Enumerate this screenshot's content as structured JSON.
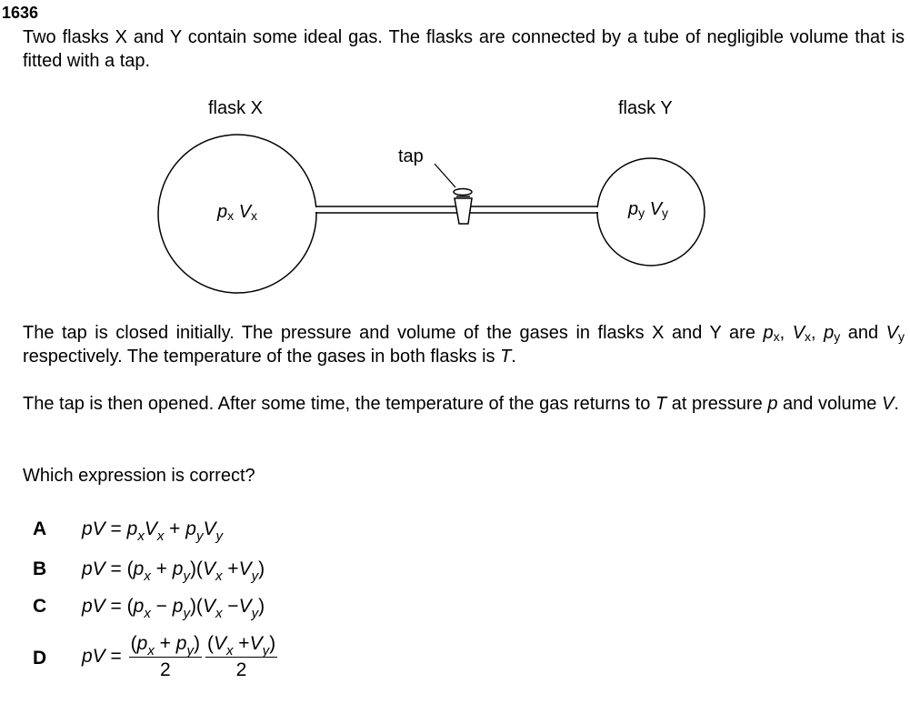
{
  "question_number": "1636",
  "intro": [
    {
      "t": "Two flasks X and Y contain some ideal gas. The flasks are connected by a tube of negligible volume that is fitted with a tap."
    }
  ],
  "diagram": {
    "flask_x_label": "flask X",
    "flask_y_label": "flask Y",
    "tap_label": "tap",
    "flask_x_content": [
      {
        "i": "p"
      },
      {
        "sub": "x"
      },
      {
        "t": " "
      },
      {
        "i": "V"
      },
      {
        "sub": "x"
      }
    ],
    "flask_y_content": [
      {
        "i": "p"
      },
      {
        "sub": "y"
      },
      {
        "t": " "
      },
      {
        "i": "V"
      },
      {
        "sub": "y"
      }
    ]
  },
  "paragraph2": [
    {
      "t": "The tap is closed initially. The pressure and volume of the gases in flasks X and Y are "
    },
    {
      "i": "p"
    },
    {
      "sub": "x"
    },
    {
      "t": ", "
    },
    {
      "i": "V"
    },
    {
      "sub": "x"
    },
    {
      "t": ", "
    },
    {
      "i": "p"
    },
    {
      "sub": "y"
    },
    {
      "t": " and "
    },
    {
      "i": "V"
    },
    {
      "sub": "y"
    },
    {
      "t": " respectively. The temperature of the gases in both flasks is "
    },
    {
      "i": "T"
    },
    {
      "t": "."
    }
  ],
  "paragraph3": [
    {
      "t": "The tap is then opened. After some time, the temperature of the gas returns to "
    },
    {
      "i": "T"
    },
    {
      "t": " at pressure "
    },
    {
      "i": "p"
    },
    {
      "t": " and volume "
    },
    {
      "i": "V"
    },
    {
      "t": "."
    }
  ],
  "question": [
    {
      "t": "Which expression is correct?"
    }
  ],
  "options": [
    {
      "letter": "A",
      "eq": [
        {
          "i": "pV"
        },
        {
          "o": " = "
        },
        {
          "i": "p"
        },
        {
          "sub": "x"
        },
        {
          "i": "V"
        },
        {
          "sub": "x"
        },
        {
          "o": " + "
        },
        {
          "i": "p"
        },
        {
          "sub": "y"
        },
        {
          "i": "V"
        },
        {
          "sub": "y"
        }
      ]
    },
    {
      "letter": "B",
      "eq": [
        {
          "i": "pV"
        },
        {
          "o": " = ("
        },
        {
          "i": "p"
        },
        {
          "sub": "x"
        },
        {
          "o": " + "
        },
        {
          "i": "p"
        },
        {
          "sub": "y"
        },
        {
          "o": ")("
        },
        {
          "i": "V"
        },
        {
          "sub": "x"
        },
        {
          "o": " +"
        },
        {
          "i": "V"
        },
        {
          "sub": "y"
        },
        {
          "o": ")"
        }
      ]
    },
    {
      "letter": "C",
      "eq": [
        {
          "i": "pV"
        },
        {
          "o": " = ("
        },
        {
          "i": "p"
        },
        {
          "sub": "x"
        },
        {
          "o": " − "
        },
        {
          "i": "p"
        },
        {
          "sub": "y"
        },
        {
          "o": ")("
        },
        {
          "i": "V"
        },
        {
          "sub": "x"
        },
        {
          "o": " −"
        },
        {
          "i": "V"
        },
        {
          "sub": "y"
        },
        {
          "o": ")"
        }
      ]
    },
    {
      "letter": "D",
      "eq": [
        {
          "i": "pV"
        },
        {
          "o": " = "
        },
        {
          "frac": [
            [
              {
                "o": "("
              },
              {
                "i": "p"
              },
              {
                "sub": "x"
              },
              {
                "o": " + "
              },
              {
                "i": "p"
              },
              {
                "sub": "y"
              },
              {
                "o": ")"
              }
            ],
            "2"
          ]
        },
        {
          "frac": [
            [
              {
                "o": "("
              },
              {
                "i": "V"
              },
              {
                "sub": "x"
              },
              {
                "o": " +"
              },
              {
                "i": "V"
              },
              {
                "sub": "y"
              },
              {
                "o": ")"
              }
            ],
            "2"
          ]
        }
      ]
    }
  ]
}
